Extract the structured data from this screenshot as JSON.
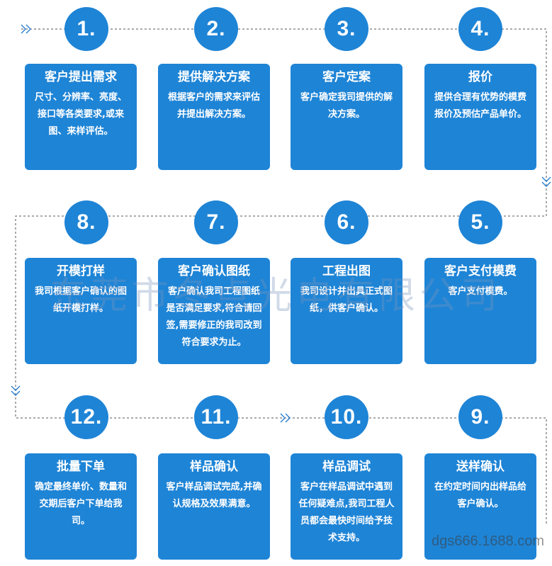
{
  "steps": [
    {
      "num": "1.",
      "title": "客户提出需求",
      "desc": "尺寸、分辨率、亮度、接口等各类要求,或来图、来样评估。"
    },
    {
      "num": "2.",
      "title": "提供解决方案",
      "desc": "根据客户的需求来评估并提出解决方案。"
    },
    {
      "num": "3.",
      "title": "客户定案",
      "desc": "客户确定我司提供的解决方案。"
    },
    {
      "num": "4.",
      "title": "报价",
      "desc": "提供合理有优势的模费报价及预估产品单价。"
    },
    {
      "num": "5.",
      "title": "客户支付模费",
      "desc": "客户支付模费。"
    },
    {
      "num": "6.",
      "title": "工程出图",
      "desc": "我司设计并出具正式图纸，供客户确认。"
    },
    {
      "num": "7.",
      "title": "客户确认图纸",
      "desc": "客户确认我司工程图纸是否满足要求,符合请回签,需要修正的我司改到符合要求为止。"
    },
    {
      "num": "8.",
      "title": "开模打样",
      "desc": "我司根据客户确认的图纸开模打样。"
    },
    {
      "num": "9.",
      "title": "送样确认",
      "desc": "在约定时间内出样品给客户确认。"
    },
    {
      "num": "10.",
      "title": "样品调试",
      "desc": "客户在样品调试中遇到任何疑难点,我司工程人员都会最快时间给予技术支持。"
    },
    {
      "num": "11.",
      "title": "样品确认",
      "desc": "客户样品调试完成,并确认规格及效果满意。"
    },
    {
      "num": "12.",
      "title": "批量下单",
      "desc": "确定最终单价、数量和交期后客户下单给我司。"
    }
  ],
  "watermark": "东莞市冬点光电有限公司",
  "url_text": "dgs666.1688.com",
  "colors": {
    "accent": "#1e84d6",
    "line": "#555555"
  }
}
